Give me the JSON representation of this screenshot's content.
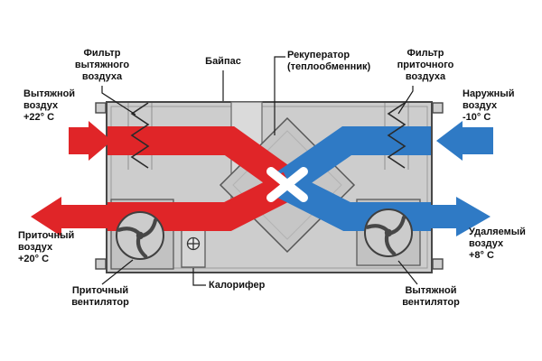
{
  "colors": {
    "warm": "#e02528",
    "cold": "#2f7ac5",
    "body_fill": "#cdcdcd",
    "outline": "#474747"
  },
  "labels": {
    "filter_exhaust": "Фильтр\nвытяжного\nвоздуха",
    "bypass": "Байпас",
    "recuperator": "Рекуператор\n(теплообменник)",
    "filter_supply": "Фильтр\nприточного\nвоздуха",
    "exhaust_air_in": "Вытяжной\nвоздух\n+22° С",
    "outdoor_air_in": "Наружный\nвоздух\n-10° С",
    "supply_air_out": "Приточный\nвоздух\n+20° С",
    "removed_air_out": "Удаляемый\nвоздух\n+8° С",
    "supply_fan": "Приточный\nвентилятор",
    "heater": "Калорифер",
    "exhaust_fan": "Вытяжной\nвентилятор"
  }
}
